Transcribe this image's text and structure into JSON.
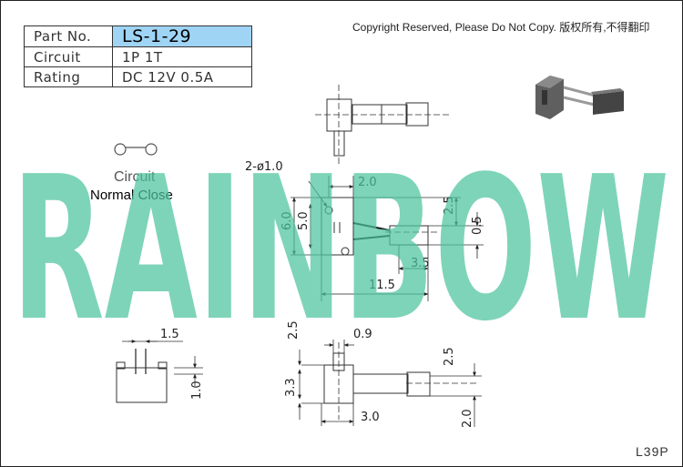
{
  "spec_table": {
    "rows": [
      {
        "label": "Part No.",
        "value": "LS-1-29"
      },
      {
        "label": "Circuit",
        "value": "1P 1T"
      },
      {
        "label": "Rating",
        "value": "DC 12V 0.5A"
      }
    ],
    "highlight_color": "#9fd4f5"
  },
  "copyright": "Copyright Reserved, Please Do Not Copy. 版权所有,不得翻印",
  "circuit": {
    "title": "Circuit",
    "type": "Normal Close"
  },
  "watermark": "RAINBOW",
  "watermark_color": "#4cc39d",
  "model_code": "L39P",
  "dimensions": {
    "hole": "2-ø1.0",
    "d_2_0": "2.0",
    "d_6_0": "6.0",
    "d_5_0": "5.0",
    "d_2_5_top": "2.5",
    "d_0_5": "0.5",
    "d_3_5": "3.5",
    "d_11_5": "11.5",
    "d_1_5": "1.5",
    "d_1_0": "1.0",
    "d_2_5_left": "2.5",
    "d_0_9": "0.9",
    "d_3_3": "3.3",
    "d_3_0": "3.0",
    "d_2_5_right": "2.5",
    "d_2_0_right": "2.0"
  }
}
